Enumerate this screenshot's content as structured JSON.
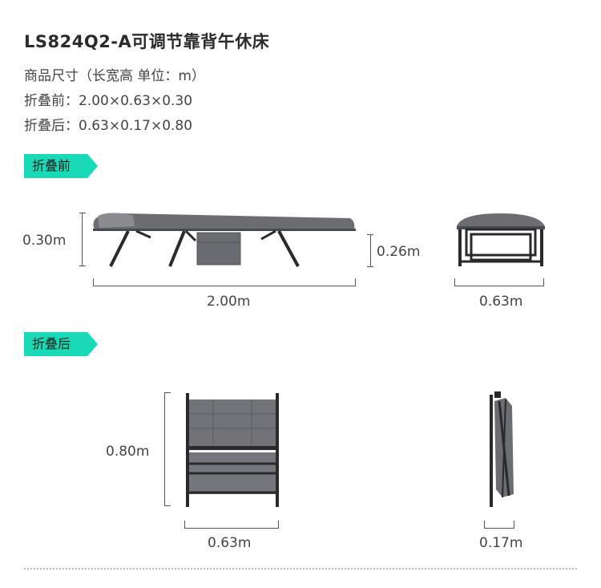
{
  "title": "LS824Q2-A可调节靠背午休床",
  "specs": {
    "size_label": "商品尺寸（长宽高 单位：m）",
    "before_fold": "折叠前：2.00×0.63×0.30",
    "after_fold": "折叠后：0.63×0.17×0.80"
  },
  "sections": {
    "before": {
      "tag": "折叠前",
      "height_dim": "0.30m",
      "seat_height_dim": "0.26m",
      "length_dim": "2.00m",
      "width_dim": "0.63m"
    },
    "after": {
      "tag": "折叠后",
      "height_dim": "0.80m",
      "width_dim": "0.63m",
      "depth_dim": "0.17m"
    }
  },
  "colors": {
    "accent_tag": "#1ad9b6",
    "fabric": "#6b6d72",
    "frame": "#2a2a2c"
  }
}
